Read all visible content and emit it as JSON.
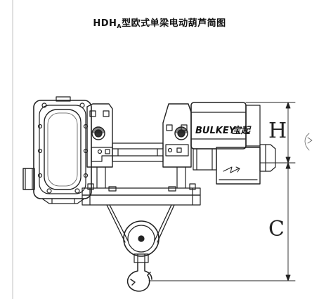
{
  "title": {
    "main": "HDH",
    "subscript": "A",
    "rest": "型欧式单梁电动葫芦简图"
  },
  "diagram": {
    "brand": "BULKEY",
    "brand_cn": "宝起",
    "dimension_h": "H",
    "dimension_c": "C"
  },
  "colors": {
    "line": "#222222",
    "background": "#ffffff"
  }
}
